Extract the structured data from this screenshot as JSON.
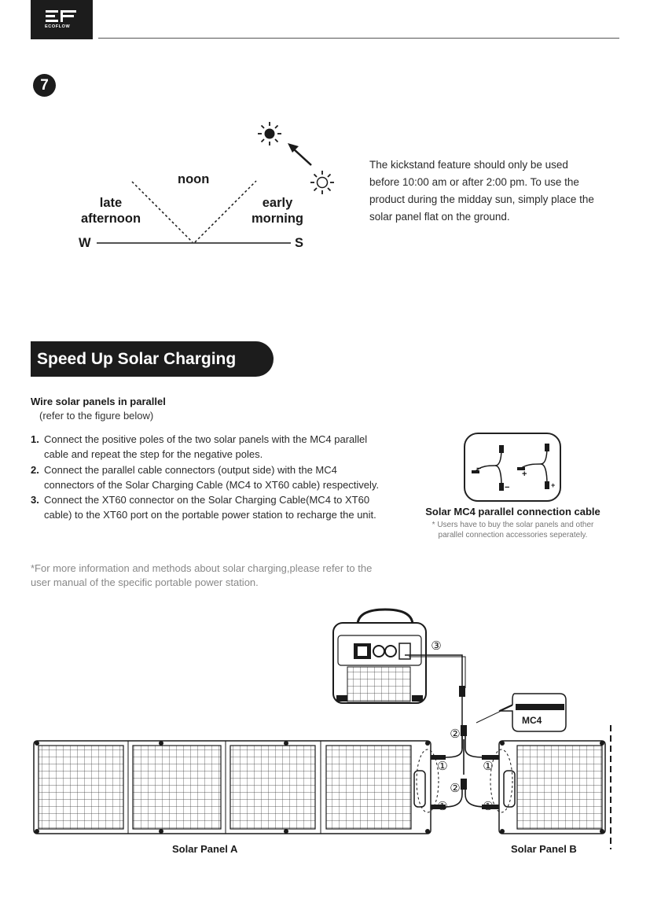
{
  "header": {
    "logo_text": "ECOFLOW"
  },
  "step_badge": "7",
  "sun_diagram": {
    "noon": "noon",
    "late_line1": "late",
    "late_line2": "afternoon",
    "early_line1": "early",
    "early_line2": "morning",
    "west": "W",
    "south": "S"
  },
  "kickstand_text": "The kickstand feature should only be used before 10:00 am or after 2:00 pm. To use the product during the midday sun, simply place the solar panel flat on the ground.",
  "section_title": "Speed Up Solar Charging",
  "wire": {
    "title": "Wire solar panels in parallel",
    "subtitle": "(refer to the figure below)"
  },
  "steps": [
    {
      "num": "1.",
      "text": "Connect the positive poles of the two solar panels with the MC4 parallel cable and repeat the step for the negative poles."
    },
    {
      "num": "2.",
      "text": "Connect the parallel cable connectors (output side) with the MC4 connectors of the Solar Charging Cable (MC4 to XT60 cable) respectively."
    },
    {
      "num": "3.",
      "text": "Connect the XT60 connector on the Solar Charging Cable(MC4 to XT60 cable) to the XT60 port on the portable power station to recharge the unit."
    }
  ],
  "note": "*For more information and methods about solar charging,please refer to the user manual of the specific portable power station.",
  "cable": {
    "caption": "Solar MC4 parallel connection cable",
    "disclaimer_line1": "* Users have to buy the solar panels and other",
    "disclaimer_line2": "parallel connection accessories seperately.",
    "minus": "−",
    "plus": "+"
  },
  "diagram": {
    "panel_a": "Solar Panel A",
    "panel_b": "Solar Panel B",
    "mc4": "MC4",
    "n1": "①",
    "n2": "②",
    "n3": "③"
  }
}
